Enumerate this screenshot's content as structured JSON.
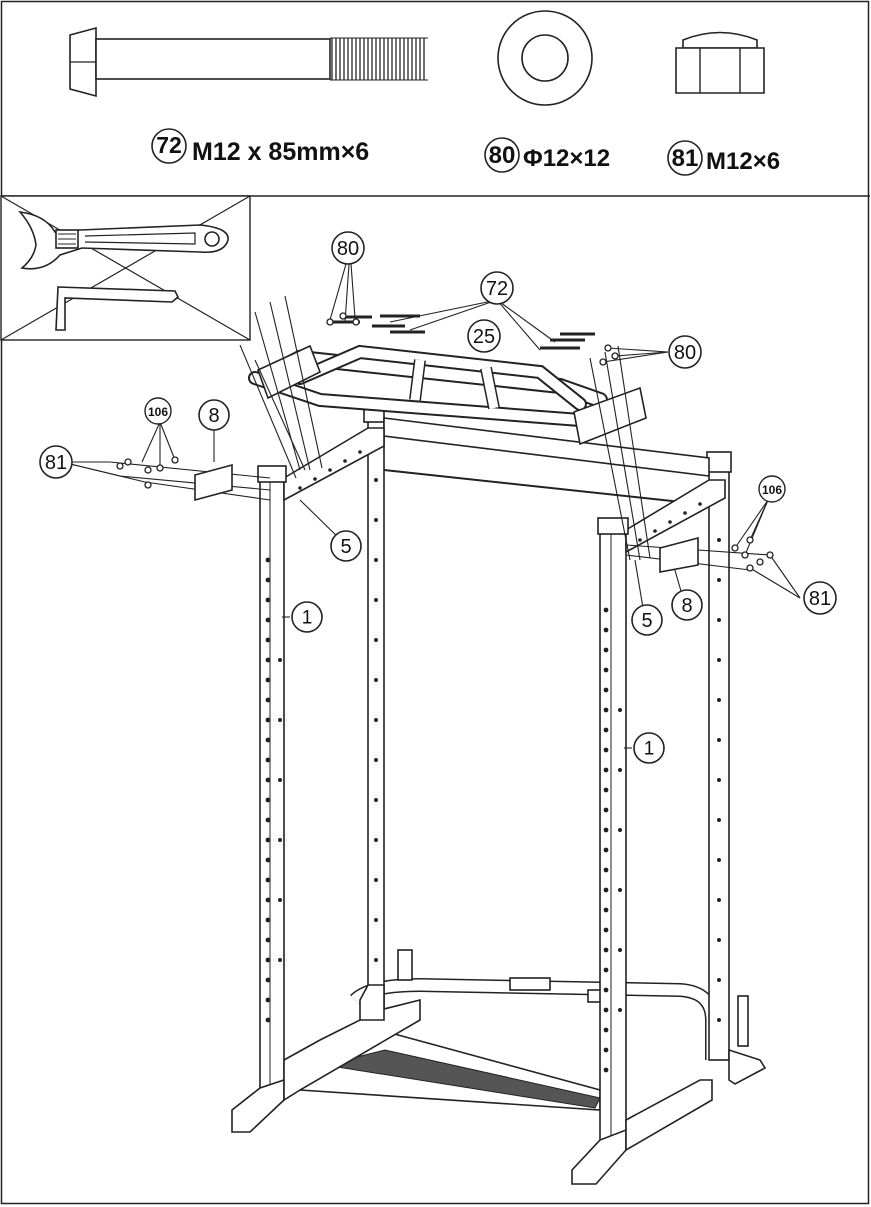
{
  "hardware": [
    {
      "number": "72",
      "spec": "M12 x 85mm×6",
      "icon": "bolt-icon"
    },
    {
      "number": "80",
      "spec": "Φ12×12",
      "icon": "washer-icon"
    },
    {
      "number": "81",
      "spec": "M12×6",
      "icon": "nut-icon"
    }
  ],
  "tools": [
    "adjustable-wrench-icon",
    "hex-key-icon"
  ],
  "callouts": {
    "c80_top": "80",
    "c72_top": "72",
    "c25": "25",
    "c80_right": "80",
    "c106_left": "106",
    "c8_left": "8",
    "c81_left": "81",
    "c5_left": "5",
    "c1_left": "1",
    "c106_right": "106",
    "c81_right": "81",
    "c5_right": "5",
    "c8_right": "8",
    "c1_right": "1"
  }
}
